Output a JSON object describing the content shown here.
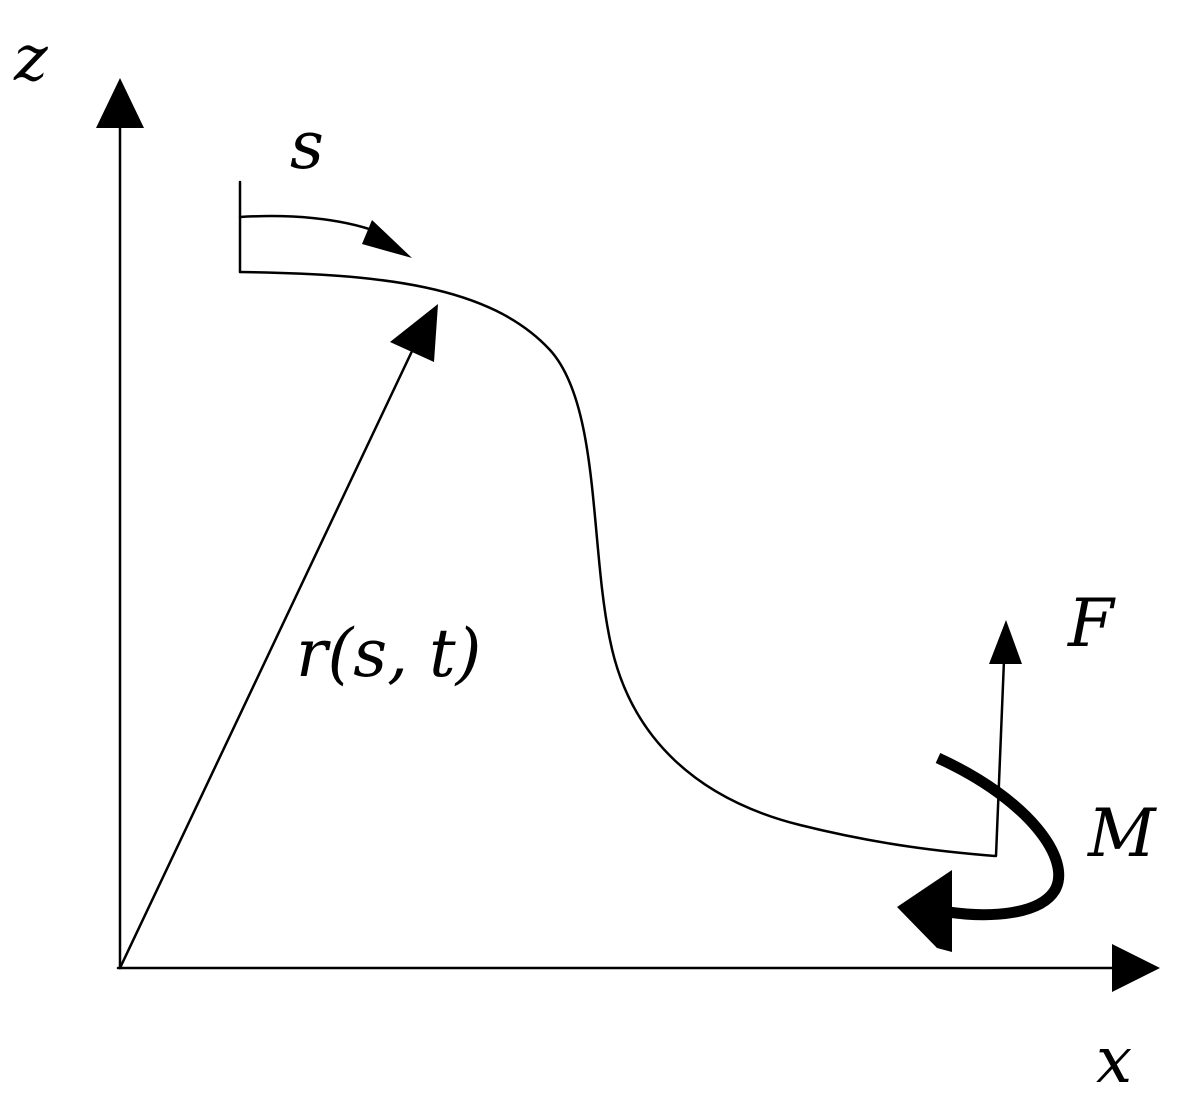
{
  "labels": {
    "z_axis": "z",
    "x_axis": "x",
    "arc_length": "s",
    "position_vector": "r(s, t)",
    "force": "F",
    "moment": "M"
  },
  "colors": {
    "ink": "#000000",
    "background": "#ffffff"
  }
}
